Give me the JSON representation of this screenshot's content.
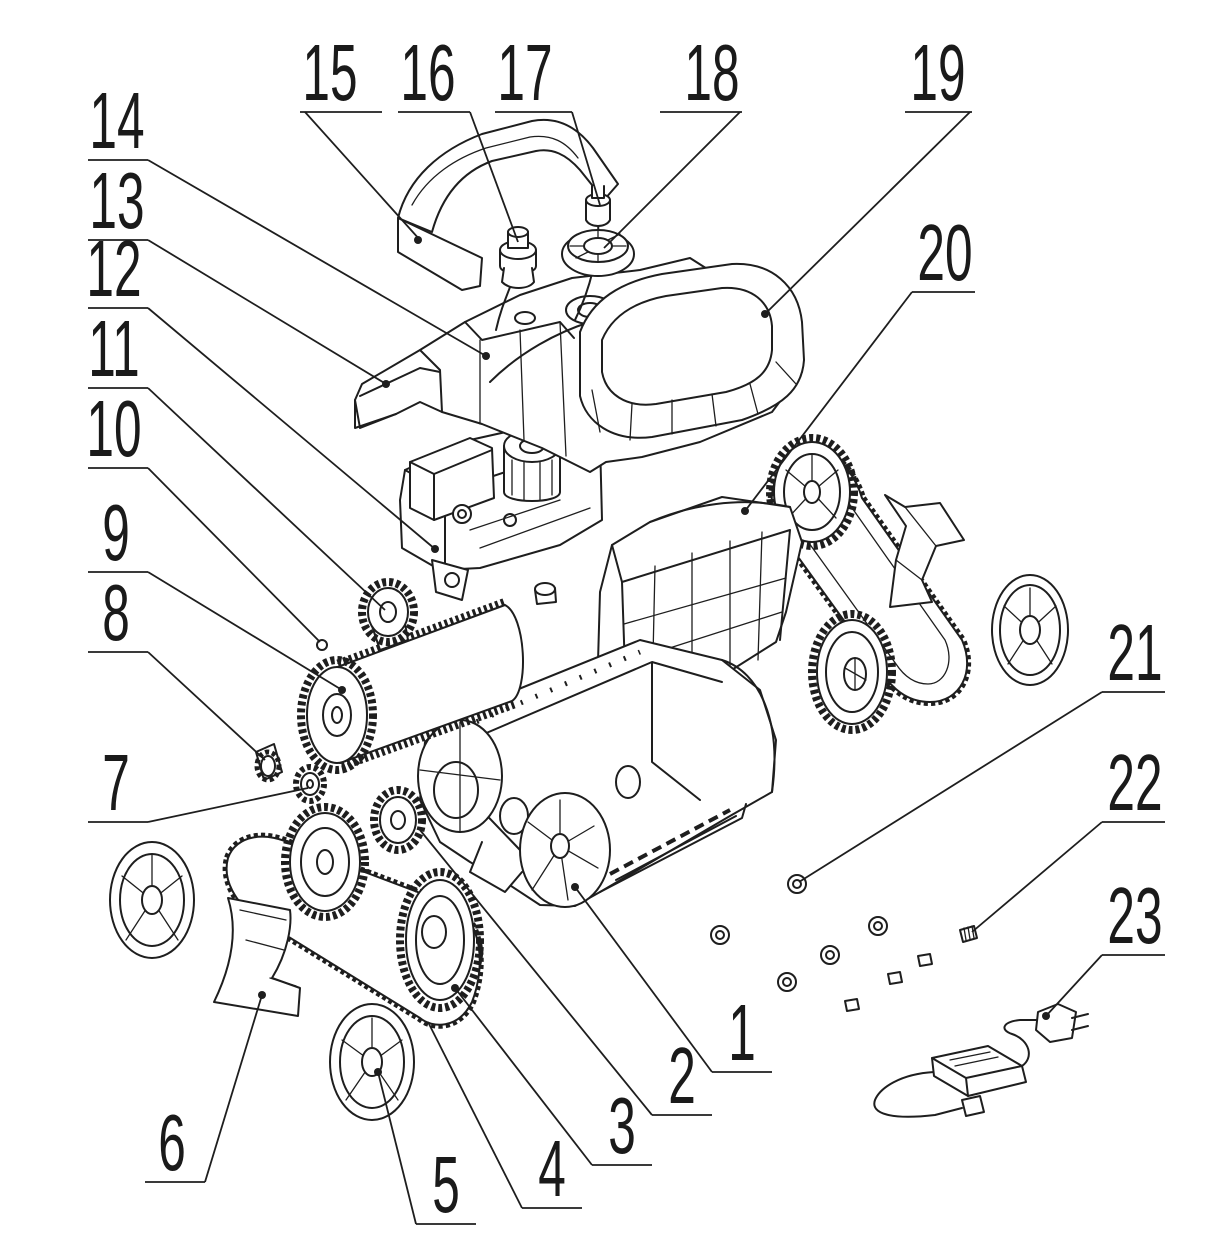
{
  "part_numbers": {
    "1": "1",
    "2": "2",
    "3": "3",
    "4": "4",
    "5": "5",
    "6": "6",
    "7": "7",
    "8": "8",
    "9": "9",
    "10": "10",
    "11": "11",
    "12": "12",
    "13": "13",
    "14": "14",
    "15": "15",
    "16": "16",
    "17": "17",
    "18": "18",
    "19": "19",
    "20": "20",
    "21": "21",
    "22": "22",
    "23": "23"
  }
}
